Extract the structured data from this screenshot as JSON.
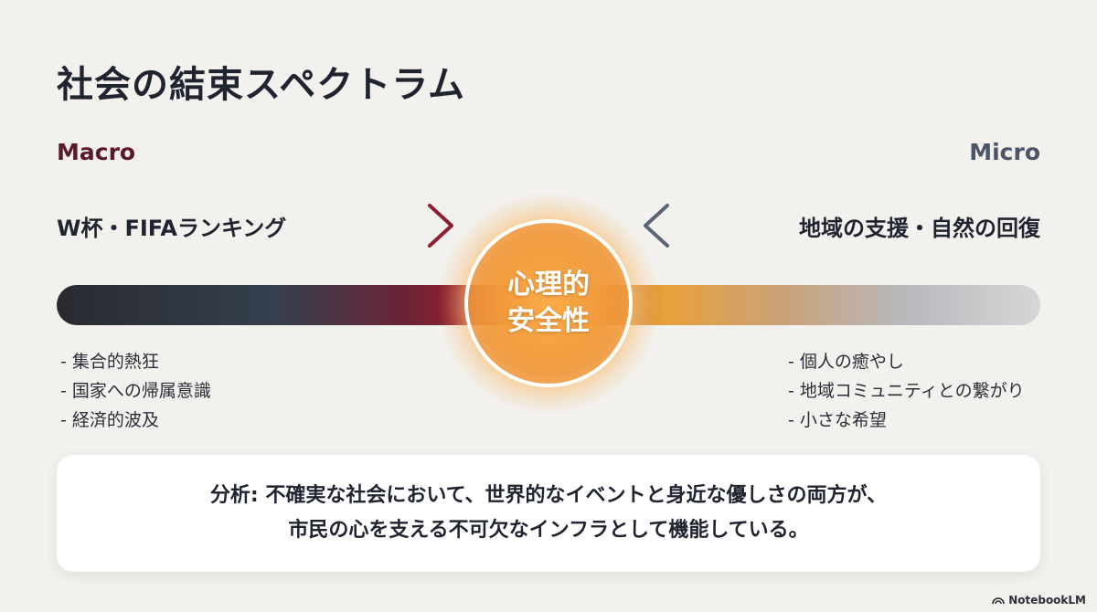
{
  "title": "社会の結束スペクトラム",
  "macro": {
    "label": "Macro",
    "heading": "W杯・FIFAランキング",
    "items": [
      "- 集合的熱狂",
      "- 国家への帰属意識",
      "- 経済的波及"
    ]
  },
  "micro": {
    "label": "Micro",
    "heading": "地域の支援・自然の回復",
    "items": [
      "- 個人の癒やし",
      "- 地域コミュニティとの繋がり",
      "- 小さな希望"
    ]
  },
  "center": {
    "line1": "心理的",
    "line2": "安全性"
  },
  "analysis": {
    "line1": "分析: 不確実な社会において、世界的なイベントと身近な優しさの両方が、",
    "line2": "市民の心を支える不可欠なインフラとして機能している。"
  },
  "brand": {
    "text": "NotebookLM",
    "icon": "notebooklm-logo-icon"
  },
  "colors": {
    "background": "#f2f1ed",
    "macro": "#5a1a2a",
    "micro": "#4a5568",
    "accent_red": "#8e1f33",
    "accent_orange": "#e8a03a",
    "arrow_gray": "#5b6478"
  }
}
